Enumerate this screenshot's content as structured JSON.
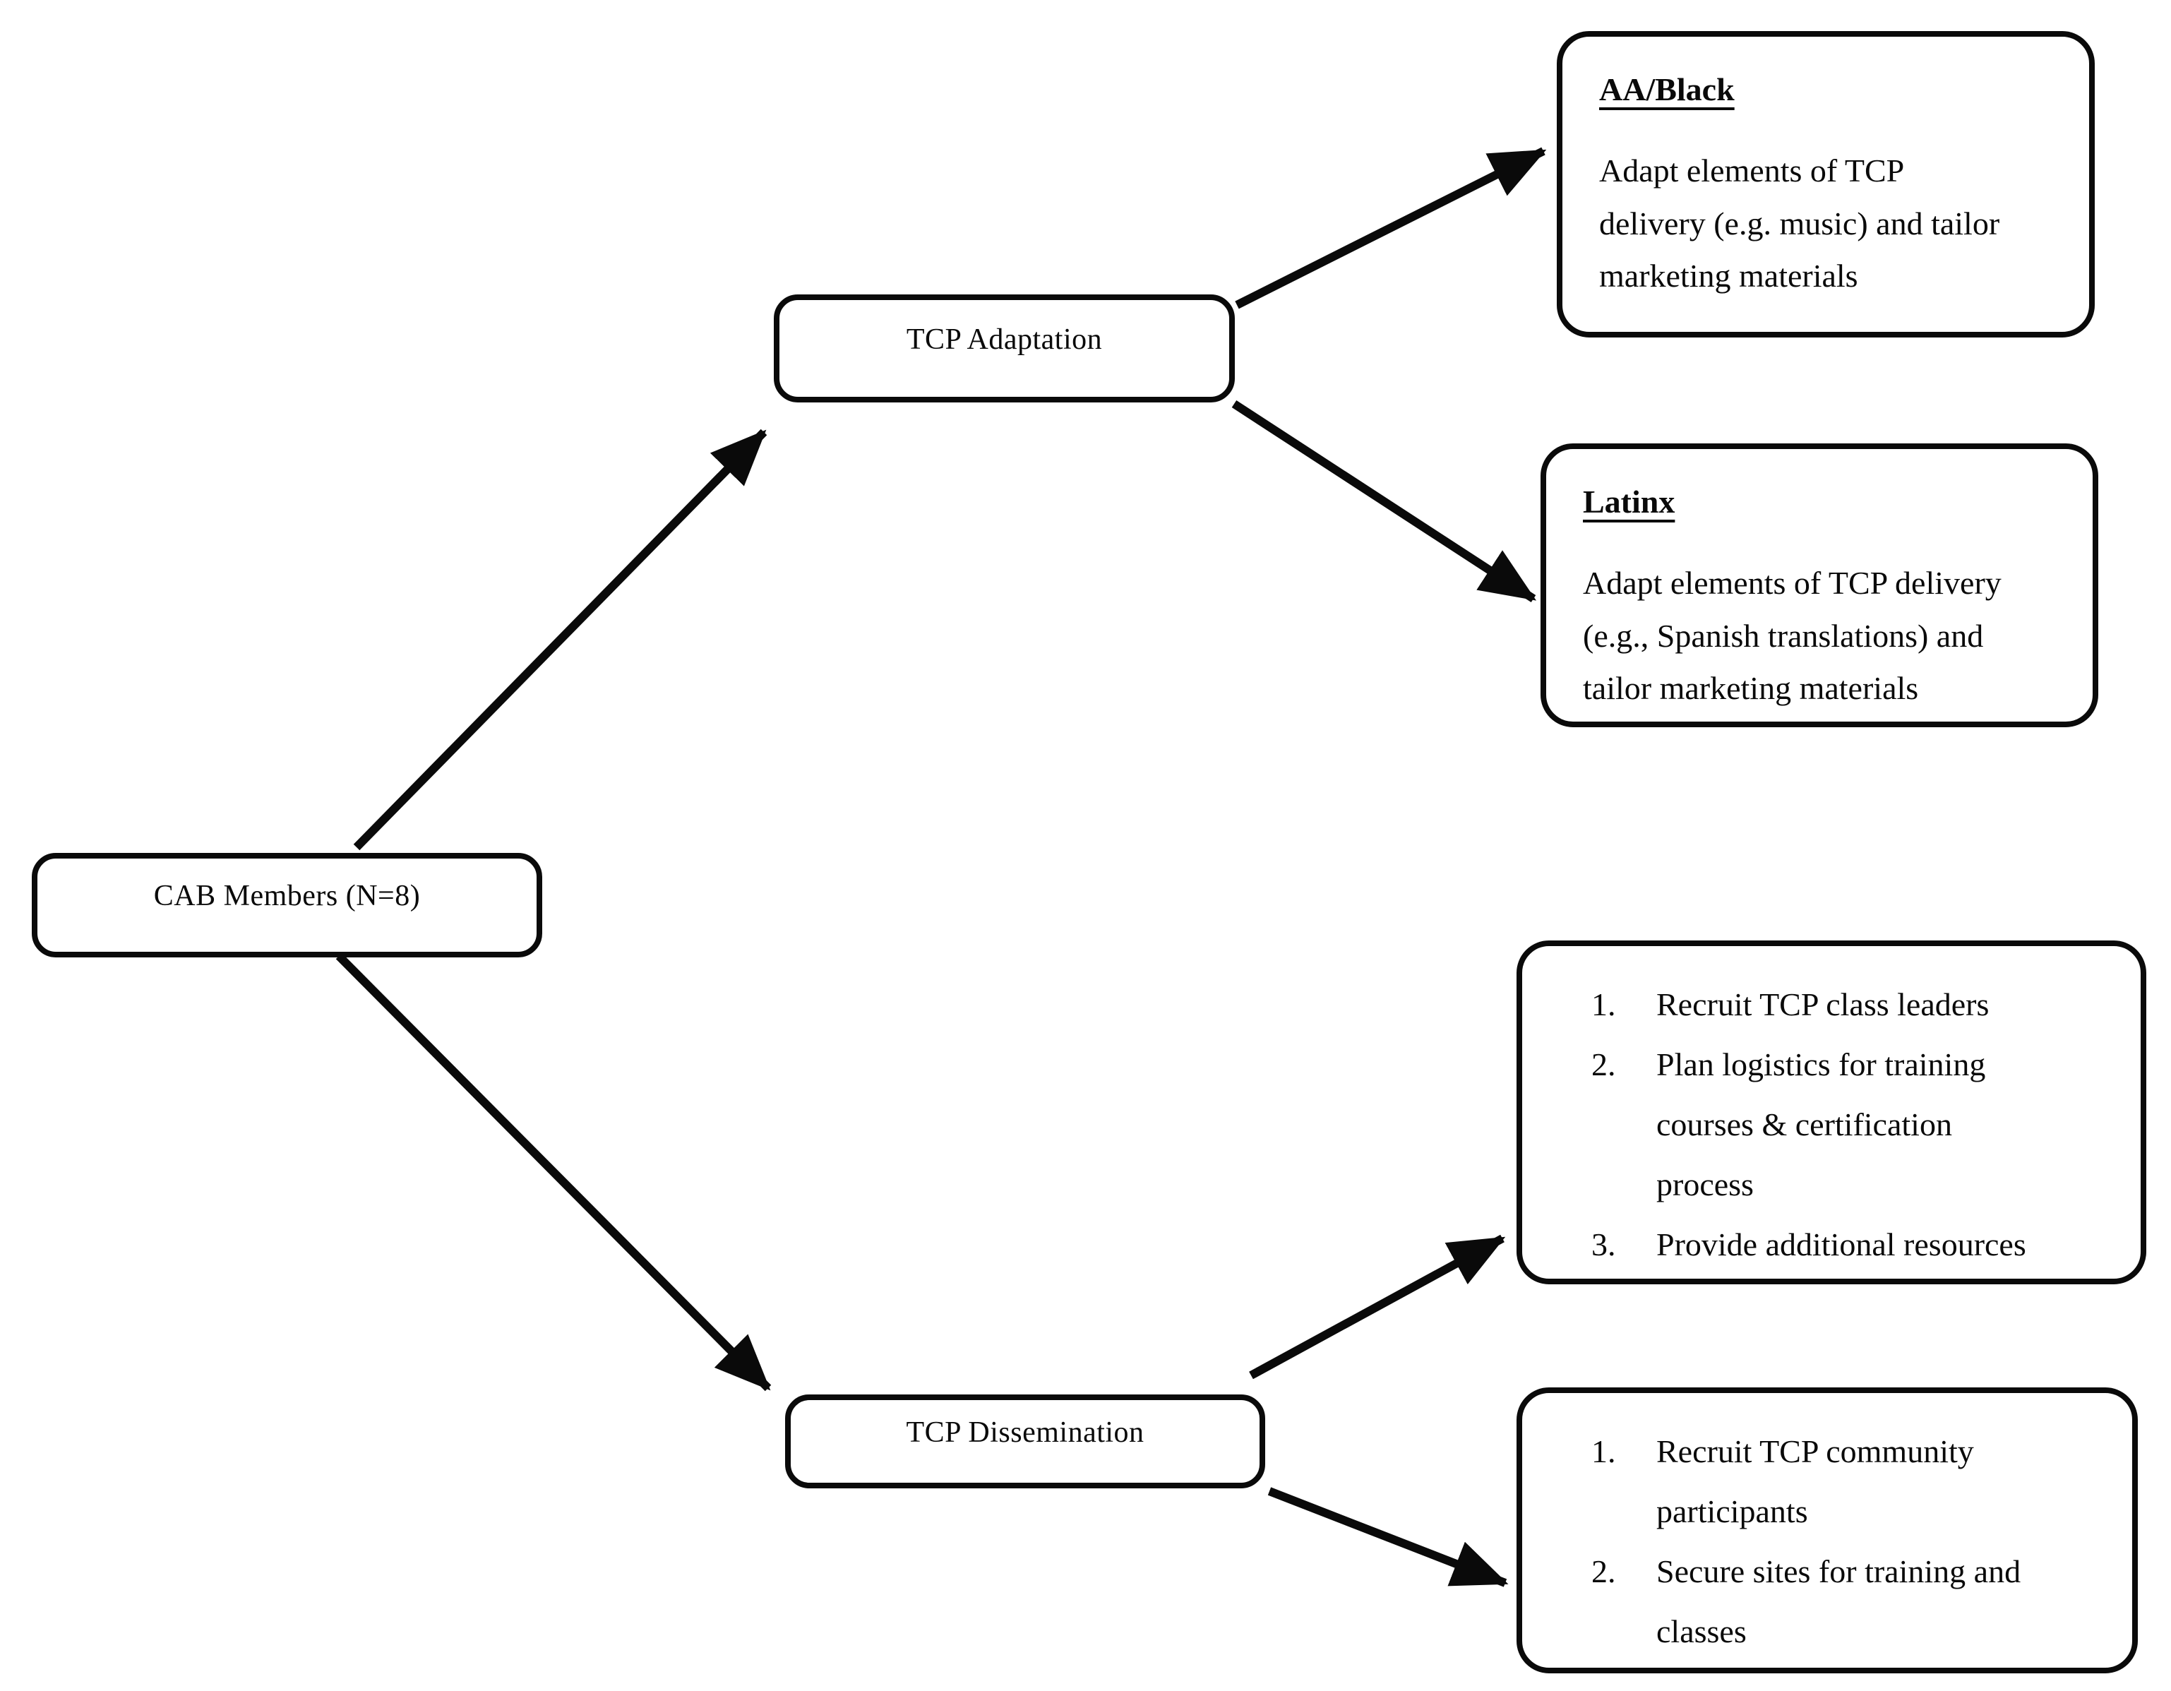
{
  "diagram": {
    "cab": {
      "label": "CAB Members (N=8)"
    },
    "adaptation": {
      "label": "TCP Adaptation"
    },
    "dissemination": {
      "label": "TCP Dissemination"
    },
    "aa_black": {
      "title": "AA/Black",
      "body": "Adapt elements of TCP\ndelivery (e.g. music) and tailor\nmarketing materials"
    },
    "latinx": {
      "title": "Latinx",
      "body": "Adapt elements of TCP delivery\n(e.g., Spanish translations) and\ntailor marketing materials"
    },
    "planning": {
      "items": [
        "Recruit TCP class leaders",
        "Plan logistics for training\ncourses & certification\nprocess",
        "Provide additional resources"
      ]
    },
    "implementation": {
      "items": [
        "Recruit TCP community\nparticipants",
        "Secure sites for training and\nclasses"
      ]
    },
    "line_color": "#0a0a0a"
  }
}
